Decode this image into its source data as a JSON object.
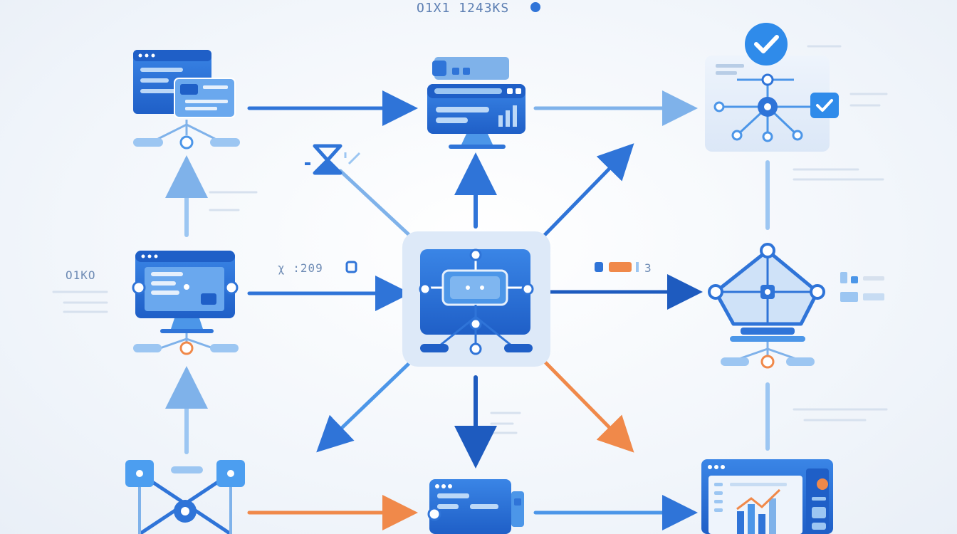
{
  "labels": {
    "top_code": "O1X1 1243KS",
    "center_left": "χ :209",
    "left_side": "O1KO",
    "center_right": "3"
  },
  "colors": {
    "primary": "#2f74d8",
    "primary_dark": "#1e5bbf",
    "light": "#9cc6f2",
    "orange": "#f0894a",
    "hub_bg": "#dde9f8"
  },
  "icons": {
    "check": "check-icon",
    "hourglass": "hourglass-icon"
  }
}
